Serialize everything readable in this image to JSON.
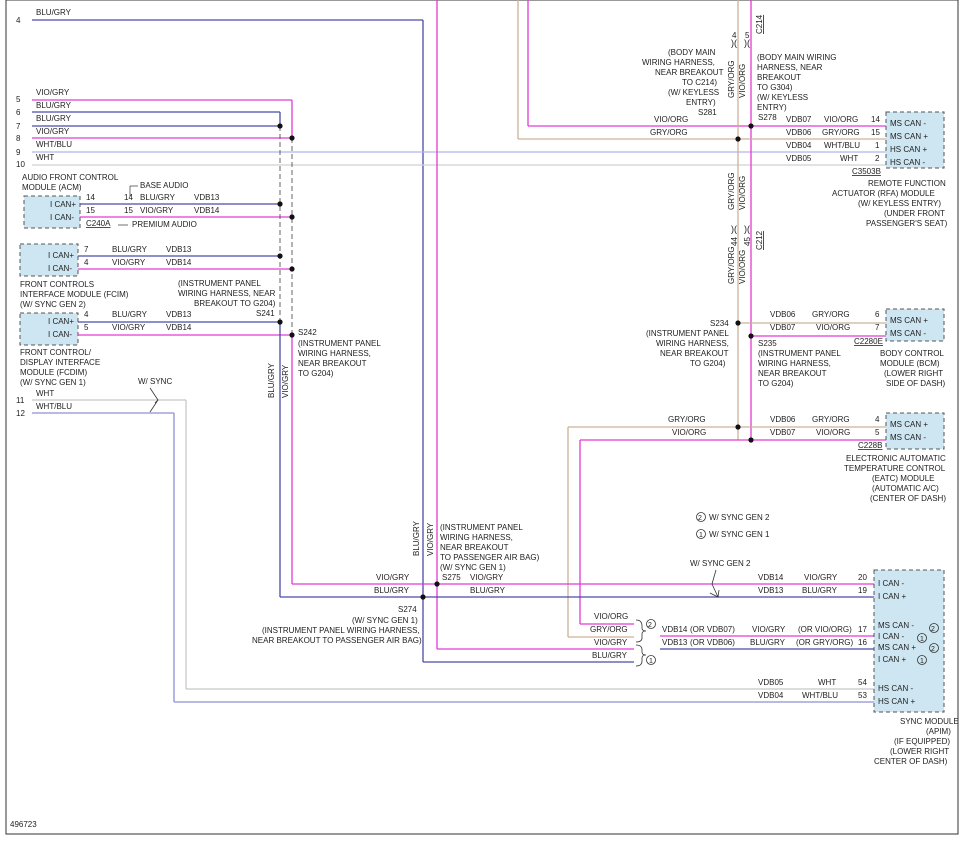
{
  "diagram_id": "496723",
  "colors": {
    "blu_gry": "#4a4aa6",
    "vio_gry": "#e23ad6",
    "gry_org": "#cdb198",
    "vio_org": "#e23ad6",
    "wht": "#c8c8c8",
    "wht_blu": "#8f8fd8",
    "frame": "#333333",
    "module_fill": "#cde6f2"
  },
  "left_pins": [
    {
      "pin": "4",
      "wire": "BLU/GRY"
    },
    {
      "pin": "5",
      "wire": "VIO/GRY"
    },
    {
      "pin": "6",
      "wire": "BLU/GRY"
    },
    {
      "pin": "7",
      "wire": "BLU/GRY"
    },
    {
      "pin": "8",
      "wire": "VIO/GRY"
    },
    {
      "pin": "9",
      "wire": "WHT/BLU"
    },
    {
      "pin": "10",
      "wire": "WHT"
    },
    {
      "pin": "11",
      "wire": "WHT"
    },
    {
      "pin": "12",
      "wire": "WHT/BLU"
    }
  ],
  "acm": {
    "title": [
      "AUDIO FRONT CONTROL",
      "MODULE (ACM)"
    ],
    "pins": [
      {
        "label": "I CAN+",
        "pin_a": "14",
        "pin_b": "14",
        "wire": "BLU/GRY",
        "circuit": "VDB13"
      },
      {
        "label": "I CAN-",
        "pin_a": "15",
        "pin_b": "15",
        "wire": "VIO/GRY",
        "circuit": "VDB14"
      }
    ],
    "connector": "C240A",
    "note_base": "BASE AUDIO",
    "note_premium": "PREMIUM AUDIO"
  },
  "fcim": {
    "title": [
      "FRONT CONTROLS",
      "INTERFACE MODULE (FCIM)",
      "(W/ SYNC GEN 2)"
    ],
    "pins": [
      {
        "label": "I CAN+",
        "pin": "7",
        "wire": "BLU/GRY",
        "circuit": "VDB13"
      },
      {
        "label": "I CAN-",
        "pin": "4",
        "wire": "VIO/GRY",
        "circuit": "VDB14"
      }
    ]
  },
  "fcdim": {
    "title": [
      "FRONT CONTROL/",
      "DISPLAY INTERFACE",
      "MODULE (FCDIM)",
      "(W/ SYNC GEN 1)"
    ],
    "pins": [
      {
        "label": "I CAN+",
        "pin": "4",
        "wire": "BLU/GRY",
        "circuit": "VDB13"
      },
      {
        "label": "I CAN-",
        "pin": "5",
        "wire": "VIO/GRY",
        "circuit": "VDB14"
      }
    ]
  },
  "splices": {
    "s241": {
      "id": "S241",
      "desc": [
        "(INSTRUMENT PANEL",
        "WIRING HARNESS, NEAR",
        "BREAKOUT TO G204)"
      ]
    },
    "s242": {
      "id": "S242",
      "desc": [
        "(INSTRUMENT PANEL",
        "WIRING HARNESS,",
        "NEAR BREAKOUT",
        "TO G204)"
      ]
    },
    "s275": {
      "id": "S275",
      "desc": [
        "(INSTRUMENT PANEL",
        "WIRING HARNESS,",
        "NEAR BREAKOUT",
        "TO PASSENGER AIR BAG)",
        "(W/ SYNC GEN 1)"
      ]
    },
    "s274": {
      "id": "S274",
      "desc": [
        "(W/ SYNC GEN 1)",
        "(INSTRUMENT PANEL WIRING HARNESS,",
        "NEAR BREAKOUT TO PASSENGER AIR BAG)"
      ]
    },
    "s281": {
      "id": "S281",
      "desc": [
        "(BODY MAIN",
        "WIRING HARNESS,",
        "NEAR BREAKOUT",
        "TO C214)",
        "(W/ KEYLESS",
        "ENTRY)"
      ]
    },
    "s278": {
      "id": "S278",
      "desc": [
        "(BODY MAIN WIRING",
        "HARNESS, NEAR",
        "BREAKOUT",
        "TO G304)",
        "(W/ KEYLESS",
        "ENTRY)"
      ]
    },
    "s234": {
      "id": "S234",
      "desc": [
        "(INSTRUMENT PANEL",
        "WIRING HARNESS,",
        "NEAR BREAKOUT",
        "TO G204)"
      ]
    },
    "s235": {
      "id": "S235",
      "desc": [
        "(INSTRUMENT PANEL",
        "WIRING HARNESS,",
        "NEAR BREAKOUT",
        "TO G204)"
      ]
    }
  },
  "vertical_labels": {
    "blu_gry": "BLU/GRY",
    "vio_gry": "VIO/GRY",
    "gry_org": "GRY/ORG",
    "vio_org": "VIO/ORG",
    "vio_org_45": "VIO/ORG",
    "pin4": "4",
    "pin5": "5",
    "pin44": "44",
    "pin45": "45",
    "c214": "C214",
    "c212": "C212"
  },
  "rfa": {
    "title": [
      "REMOTE FUNCTION",
      "ACTUATOR (RFA) MODULE",
      "(W/ KEYLESS ENTRY)",
      "(UNDER FRONT",
      "PASSENGER'S SEAT)"
    ],
    "connector": "C3503B",
    "pins": [
      {
        "circuit": "VDB07",
        "wire": "VIO/ORG",
        "pin": "14",
        "label": "MS CAN -"
      },
      {
        "circuit": "VDB06",
        "wire": "GRY/ORG",
        "pin": "15",
        "label": "MS CAN +"
      },
      {
        "circuit": "VDB04",
        "wire": "WHT/BLU",
        "pin": "1",
        "label": "HS CAN +"
      },
      {
        "circuit": "VDB05",
        "wire": "WHT",
        "pin": "2",
        "label": "HS CAN -"
      }
    ]
  },
  "bcm": {
    "title": [
      "BODY CONTROL",
      "MODULE (BCM)",
      "(LOWER RIGHT",
      "SIDE OF DASH)"
    ],
    "connector": "C2280E",
    "pins": [
      {
        "circuit": "VDB06",
        "wire": "GRY/ORG",
        "pin": "6",
        "label": "MS CAN +"
      },
      {
        "circuit": "VDB07",
        "wire": "VIO/ORG",
        "pin": "7",
        "label": "MS CAN -"
      }
    ]
  },
  "eatc": {
    "title": [
      "ELECTRONIC AUTOMATIC",
      "TEMPERATURE CONTROL",
      "(EATC) MODULE",
      "(AUTOMATIC A/C)",
      "(CENTER OF DASH)"
    ],
    "connector": "C228B",
    "pins": [
      {
        "circuit": "VDB06",
        "wire": "GRY/ORG",
        "pin": "4",
        "label": "MS CAN +"
      },
      {
        "circuit": "VDB07",
        "wire": "VIO/ORG",
        "pin": "5",
        "label": "MS CAN -"
      }
    ]
  },
  "mid_wires": {
    "gry_org": "GRY/ORG",
    "vio_org": "VIO/ORG",
    "rfa_vio_org": "VIO/ORG",
    "rfa_gry_org": "GRY/ORG"
  },
  "legend": {
    "gen2": {
      "num": "2",
      "text": "W/ SYNC GEN 2"
    },
    "gen1": {
      "num": "1",
      "text": "W/ SYNC GEN 1"
    }
  },
  "w_sync": "W/ SYNC",
  "w_sync_gen2": "W/ SYNC GEN 2",
  "sync": {
    "title": [
      "SYNC MODULE",
      "(APIM)",
      "(IF EQUIPPED)",
      "(LOWER RIGHT",
      "CENTER OF DASH)"
    ],
    "pins": [
      {
        "circuit": "VDB14",
        "wire": "VIO/GRY",
        "pin": "20",
        "label": "I CAN -"
      },
      {
        "circuit": "VDB13",
        "wire": "BLU/GRY",
        "pin": "19",
        "label": "I CAN +"
      },
      {
        "circuit": "VDB14",
        "alt": "(OR VDB07)",
        "wire": "VIO/GRY",
        "alt_wire": "(OR VIO/ORG)",
        "pin": "17",
        "label": "MS CAN -",
        "gen": "2"
      },
      {
        "circuit": "VDB13",
        "alt": "(OR VDB06)",
        "wire": "BLU/GRY",
        "alt_wire": "(OR GRY/ORG)",
        "pin": "16",
        "label": "I CAN -",
        "gen": "1"
      },
      {
        "label": "MS CAN +",
        "gen": "2"
      },
      {
        "label": "I CAN +",
        "gen": "1"
      },
      {
        "circuit": "VDB05",
        "wire": "WHT",
        "pin": "54",
        "label": "HS CAN -"
      },
      {
        "circuit": "VDB04",
        "wire": "WHT/BLU",
        "pin": "53",
        "label": "HS CAN +"
      }
    ]
  },
  "bus": {
    "vio_gry": "VIO/GRY",
    "blu_gry": "BLU/GRY",
    "vio_gry_r": "VIO/GRY",
    "blu_gry_r": "BLU/GRY",
    "gen_vio_org": "VIO/ORG",
    "gen_gry_org": "GRY/ORG",
    "gen_vio_gry": "VIO/GRY",
    "gen_blu_gry": "BLU/GRY",
    "gen_num2": "2",
    "gen_num1": "1"
  }
}
